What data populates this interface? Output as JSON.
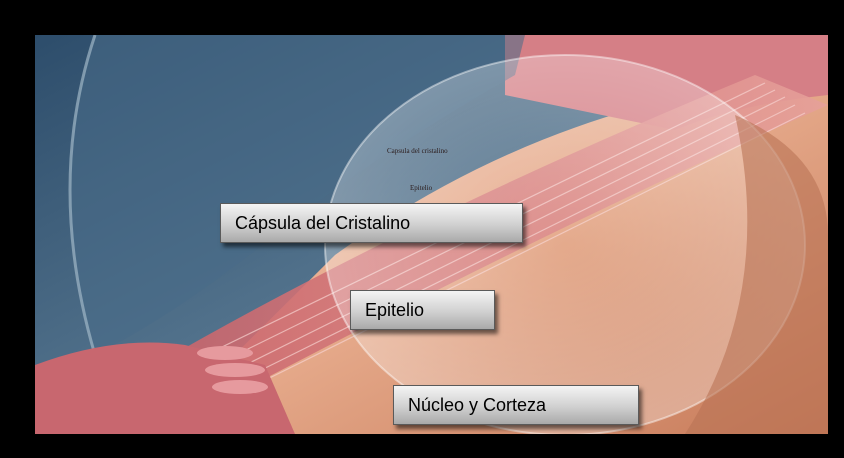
{
  "image": {
    "labels": {
      "capsule": "Cápsula del Cristalino",
      "epithelium": "Epitelio",
      "nucleus": "Núcleo y Corteza"
    },
    "small_annotations": {
      "capsule_small": "Capsula del cristalino",
      "epithelium_small": "Epitelio"
    },
    "colors": {
      "background": "#000000",
      "scene_blue": "#3a5a76",
      "tissue_pink": "#d98a8e",
      "lens_peach": "#e9b79a"
    }
  }
}
